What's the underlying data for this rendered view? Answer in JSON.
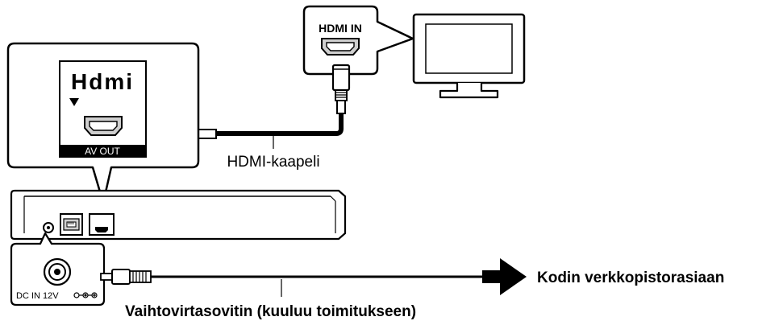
{
  "labels": {
    "hdmi_in": "HDMI IN",
    "hdmi_logo": "Hdmi",
    "av_out": "AV OUT",
    "hdmi_cable": "HDMI-kaapeli",
    "dc_in": "DC IN 12V",
    "mains_outlet": "Kodin verkkopistorasiaan",
    "ac_adapter": "Vaihtovirtasovitin (kuuluu toimitukseen)"
  },
  "icons": [
    "tv-icon",
    "hdmi-port-icon",
    "ethernet-port-icon",
    "dc-jack-icon",
    "hdmi-plug-icon",
    "dc-plug-icon",
    "arrow-right-icon",
    "polarity-icon"
  ],
  "colors": {
    "ink": "#000000",
    "paper": "#ffffff",
    "port_grey": "#cfcfcf"
  }
}
